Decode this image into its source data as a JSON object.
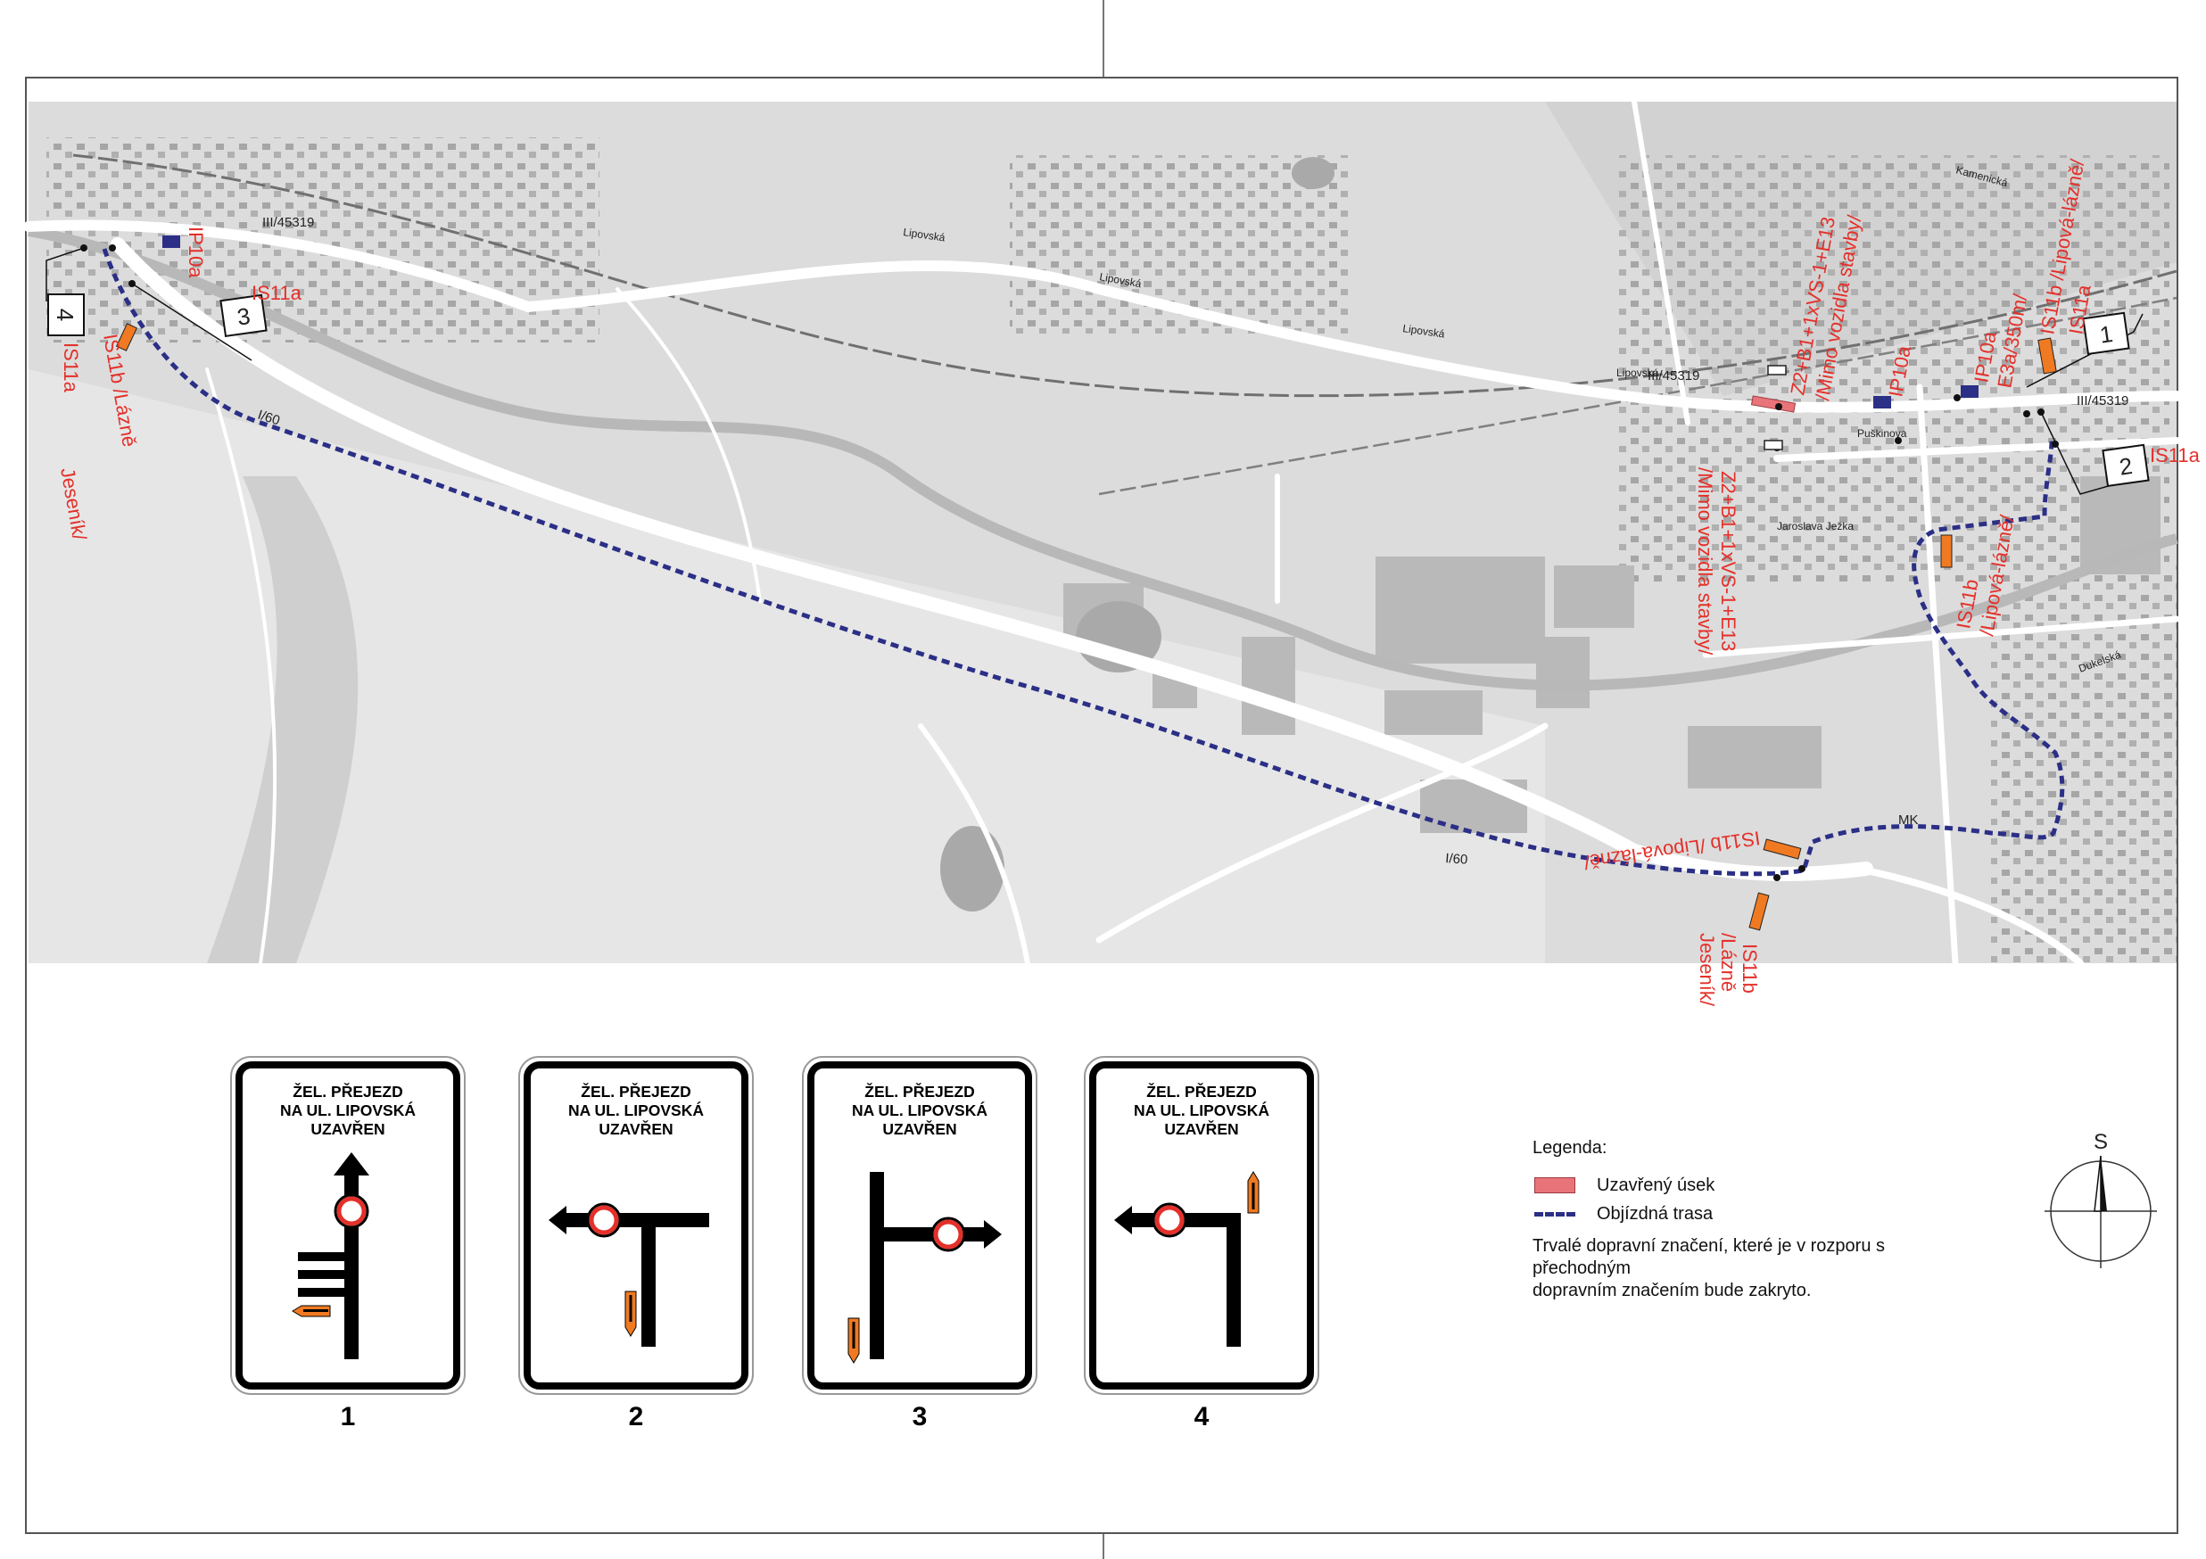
{
  "map": {
    "roads": {
      "main": "I/60",
      "main_2": "I/60",
      "secondary": "III/45319",
      "secondary_2": "III/45319",
      "secondary_3": "III/45319",
      "local": "MK"
    },
    "streets": [
      "Lipovská",
      "Lipovská",
      "Lipovská",
      "Lipovská",
      "Jaroslava Ježka",
      "Puškinova",
      "Dukelská",
      "Kamenická"
    ],
    "callouts": [
      "1",
      "2",
      "3",
      "4"
    ],
    "sign_labels": {
      "ip10a_left": "IP10a",
      "is11a_left": "IS11a",
      "is11a_b4_1": "IS11a",
      "is11b_b4_2": "IS11b /Lázně",
      "is11b_b4_3": "Jeseník/",
      "z2_top_1": "Z2+B1+1xVS-1+E13",
      "z2_top_2": "/Mimo vozidla stavby/",
      "z2_bot_1": "Z2+B1+1xVS-1+E13",
      "z2_bot_2": "/Mimo vozidla stavby/",
      "ip10a_right": "IP10a",
      "ip10a_e3a_1": "IP10a",
      "ip10a_e3a_2": "E3a/350m/",
      "is11b_lipova_top": "IS11b /Lipová-lázně/",
      "is11a_right_top": "IS11a",
      "is11a_right_mid": "IS11a",
      "is11b_lipova_mid_1": "IS11b",
      "is11b_lipova_mid_2": "/Lipová-lázně/",
      "is11b_lipova_low": "IS11b /Lipová-lázně/",
      "is11b_lazne_bot_1": "IS11b",
      "is11b_lazne_bot_2": "/Lázně",
      "is11b_lazne_bot_3": "Jeseník/"
    }
  },
  "signs": [
    {
      "number": "1",
      "title": [
        "ŽEL. PŘEJEZD",
        "NA UL. LIPOVSKÁ",
        "UZAVŘEN"
      ]
    },
    {
      "number": "2",
      "title": [
        "ŽEL. PŘEJEZD",
        "NA UL. LIPOVSKÁ",
        "UZAVŘEN"
      ]
    },
    {
      "number": "3",
      "title": [
        "ŽEL. PŘEJEZD",
        "NA UL. LIPOVSKÁ",
        "UZAVŘEN"
      ]
    },
    {
      "number": "4",
      "title": [
        "ŽEL. PŘEJEZD",
        "NA UL. LIPOVSKÁ",
        "UZAVŘEN"
      ]
    }
  ],
  "legend": {
    "title": "Legenda:",
    "items": [
      {
        "label": "Uzavřený úsek",
        "symbol": "red-bar",
        "color": "#e8747a"
      },
      {
        "label": "Objízdná trasa",
        "symbol": "blue-dashed-line",
        "color": "#2b2f86"
      }
    ],
    "note": [
      "Trvalé dopravní značení, které je v rozporu s přechodným",
      "dopravním značením bude zakryto."
    ]
  },
  "compass": {
    "label": "S"
  },
  "colors": {
    "detour": "#2b2f86",
    "closure": "#e8747a",
    "sign_red": "#e4302a",
    "sign_orange": "#f07a22"
  }
}
